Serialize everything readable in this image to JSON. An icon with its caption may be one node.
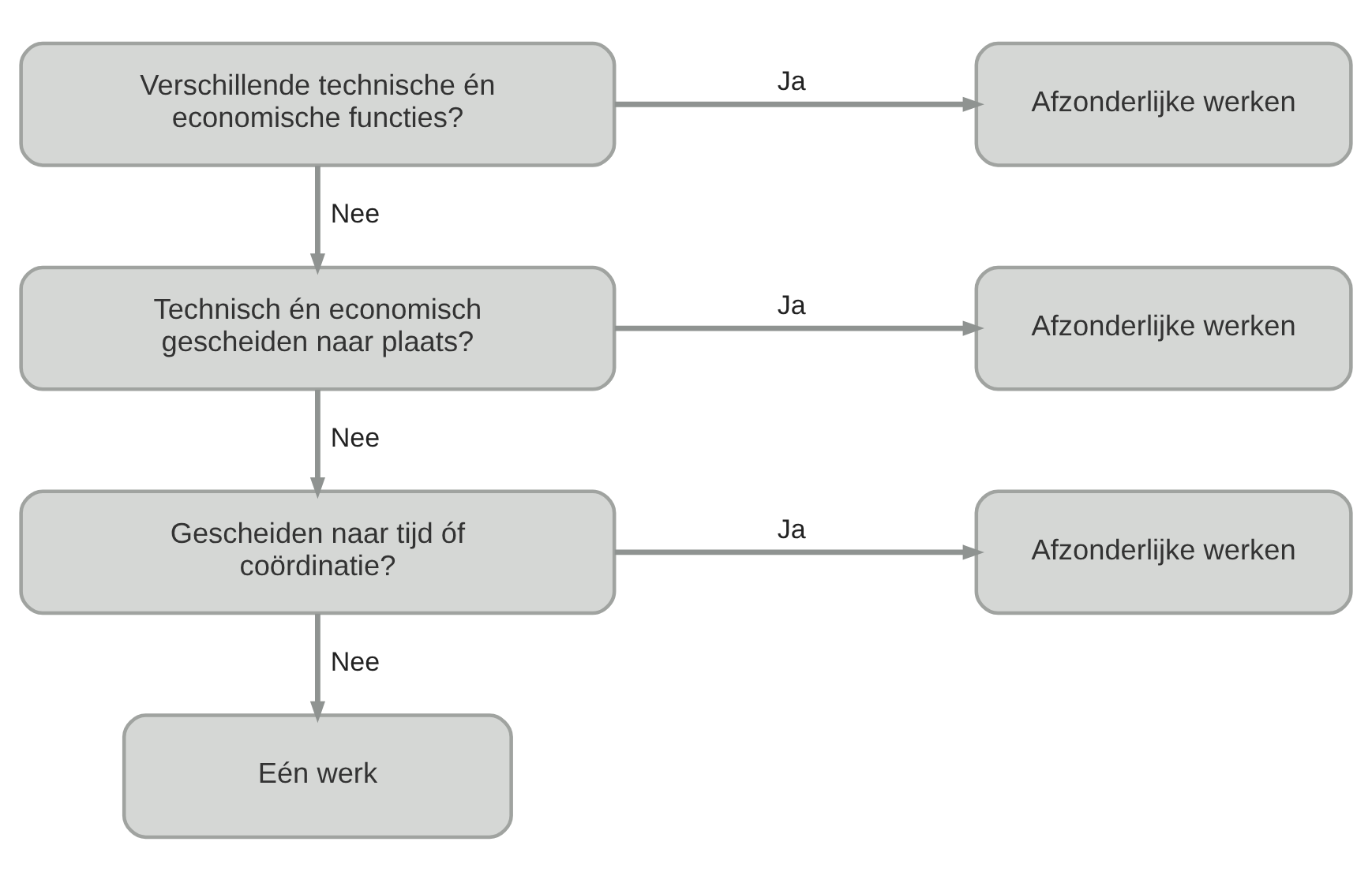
{
  "diagram": {
    "nodes": [
      {
        "text": [
          "Verschillende technische én economische functies?"
        ]
      },
      {
        "text": [
          "Afzonderlijke werken"
        ]
      },
      {
        "text": [
          "Technisch én economisch gescheiden naar plaats?"
        ]
      },
      {
        "text": [
          "Afzonderlijke werken"
        ]
      },
      {
        "text": [
          "Gescheiden naar tijd óf coördinatie?"
        ]
      },
      {
        "text": [
          "Afzonderlijke werken"
        ]
      },
      {
        "text": [
          "Eén werk"
        ]
      }
    ],
    "edges": [
      {
        "from": 0,
        "to": 1,
        "arrow": "to",
        "label": "Ja"
      },
      {
        "from": 0,
        "to": 2,
        "arrow": "to",
        "label": "Nee"
      },
      {
        "from": 2,
        "to": 3,
        "arrow": "to",
        "label": "Ja"
      },
      {
        "from": 2,
        "to": 4,
        "arrow": "to",
        "label": "Nee"
      },
      {
        "from": 4,
        "to": 5,
        "arrow": "to",
        "label": "Ja"
      },
      {
        "from": 4,
        "to": 6,
        "arrow": "to",
        "label": "Nee"
      }
    ]
  }
}
